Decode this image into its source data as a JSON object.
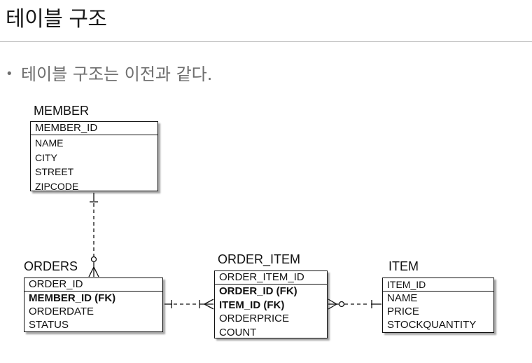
{
  "slide": {
    "title": "테이블 구조",
    "bullet": "테이블 구조는 이전과 같다.",
    "bullet_marker": "•"
  },
  "entities": {
    "member": {
      "name": "MEMBER",
      "pk": "MEMBER_ID",
      "attrs": [
        "NAME",
        "CITY",
        "STREET",
        "ZIPCODE"
      ]
    },
    "orders": {
      "name": "ORDERS",
      "pk": "ORDER_ID",
      "attrs": [
        "MEMBER_ID (FK)",
        "ORDERDATE",
        "STATUS"
      ]
    },
    "order_item": {
      "name": "ORDER_ITEM",
      "pk": "ORDER_ITEM_ID",
      "attrs": [
        "ORDER_ID (FK)",
        "ITEM_ID (FK)",
        "ORDERPRICE",
        "COUNT"
      ]
    },
    "item": {
      "name": "ITEM",
      "pk": "ITEM_ID",
      "attrs": [
        "NAME",
        "PRICE",
        "STOCKQUANTITY"
      ]
    }
  }
}
